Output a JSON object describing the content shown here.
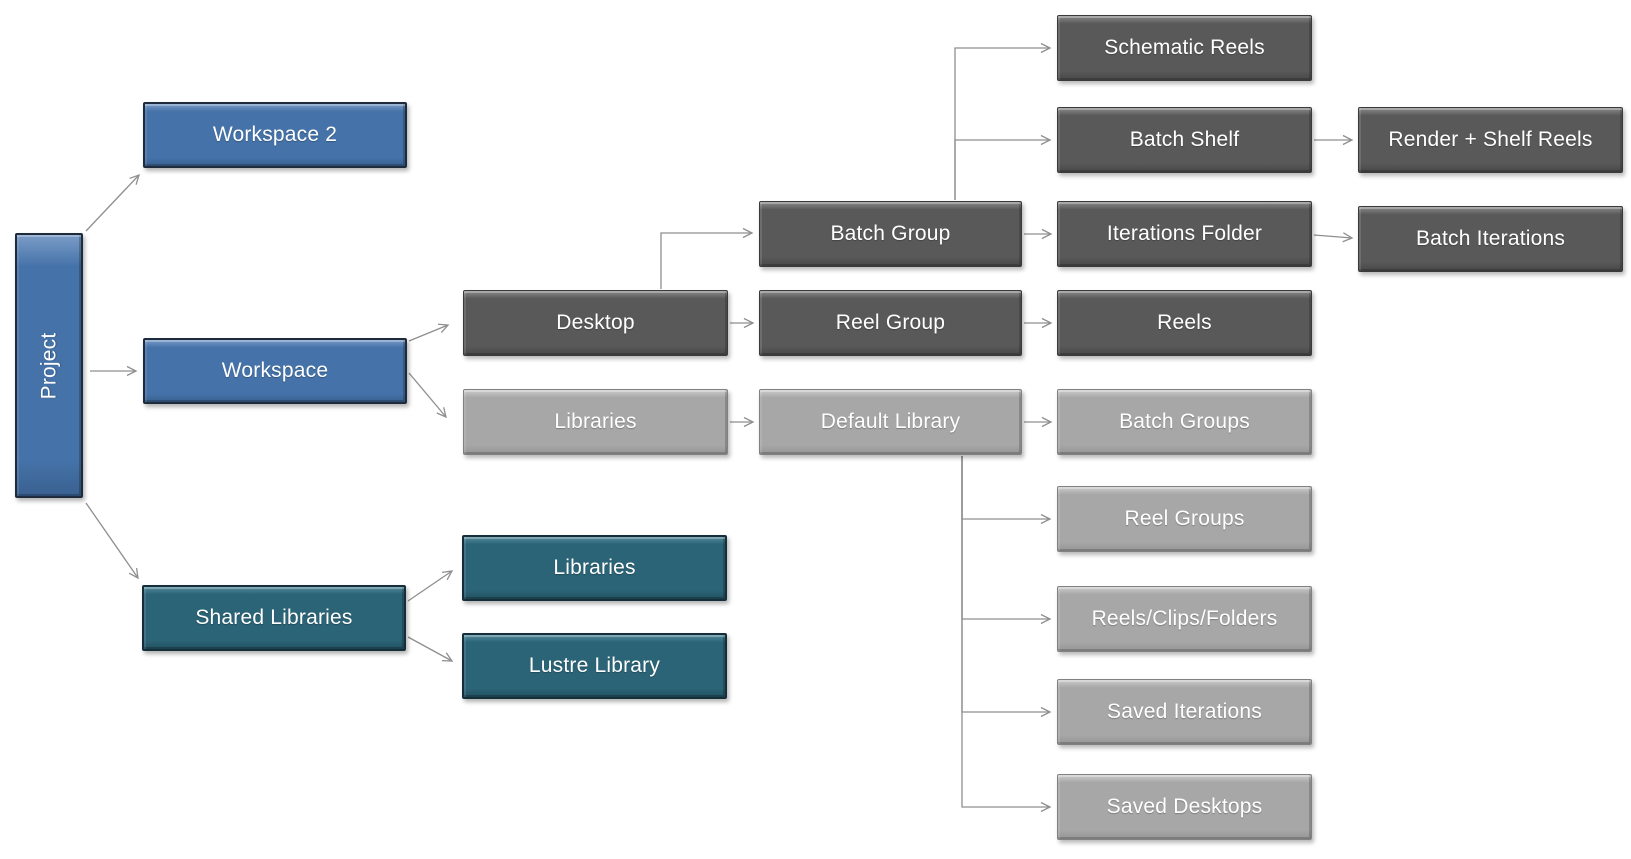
{
  "diagram": {
    "kind": "hierarchy-flowchart",
    "text_color": "#ffffff",
    "connector_color": "#8f8f8f",
    "background_color": "#ffffff",
    "variants": {
      "blue": {
        "fill": "#4573a9",
        "bevel_top": "#7b9cc7",
        "bevel_bottom": "#3a6190",
        "border": "#1e2b3d"
      },
      "dark": {
        "fill": "#595959",
        "bevel_top": "#8a8a8a",
        "bevel_bottom": "#484848",
        "border": "#3a3a3a"
      },
      "light": {
        "fill": "#a7a7a7",
        "bevel_top": "#cccccc",
        "bevel_bottom": "#969696",
        "border": "#818181"
      },
      "teal": {
        "fill": "#2b6477",
        "bevel_top": "#53889a",
        "bevel_bottom": "#225160",
        "border": "#142f3a"
      }
    },
    "nodes": [
      {
        "id": "project",
        "label": "Project",
        "variant": "blue"
      },
      {
        "id": "workspace2",
        "label": "Workspace 2",
        "variant": "blue"
      },
      {
        "id": "workspace",
        "label": "Workspace",
        "variant": "blue"
      },
      {
        "id": "shared_libraries",
        "label": "Shared Libraries",
        "variant": "teal"
      },
      {
        "id": "desktop",
        "label": "Desktop",
        "variant": "dark"
      },
      {
        "id": "libraries_ws",
        "label": "Libraries",
        "variant": "light"
      },
      {
        "id": "libraries_shared",
        "label": "Libraries",
        "variant": "teal"
      },
      {
        "id": "lustre_library",
        "label": "Lustre Library",
        "variant": "teal"
      },
      {
        "id": "batch_group",
        "label": "Batch Group",
        "variant": "dark"
      },
      {
        "id": "reel_group",
        "label": "Reel Group",
        "variant": "dark"
      },
      {
        "id": "default_library",
        "label": "Default Library",
        "variant": "light"
      },
      {
        "id": "schematic_reels",
        "label": "Schematic Reels",
        "variant": "dark"
      },
      {
        "id": "batch_shelf",
        "label": "Batch Shelf",
        "variant": "dark"
      },
      {
        "id": "iterations_folder",
        "label": "Iterations Folder",
        "variant": "dark"
      },
      {
        "id": "reels",
        "label": "Reels",
        "variant": "dark"
      },
      {
        "id": "batch_groups",
        "label": "Batch Groups",
        "variant": "light"
      },
      {
        "id": "reel_groups",
        "label": "Reel Groups",
        "variant": "light"
      },
      {
        "id": "reels_clips_folders",
        "label": "Reels/Clips/Folders",
        "variant": "light"
      },
      {
        "id": "saved_iterations",
        "label": "Saved Iterations",
        "variant": "light"
      },
      {
        "id": "saved_desktops",
        "label": "Saved Desktops",
        "variant": "light"
      },
      {
        "id": "render_shelf_reels",
        "label": "Render + Shelf Reels",
        "variant": "dark"
      },
      {
        "id": "batch_iterations",
        "label": "Batch Iterations",
        "variant": "dark"
      }
    ],
    "edges": [
      {
        "from": "project",
        "to": "workspace2"
      },
      {
        "from": "project",
        "to": "workspace"
      },
      {
        "from": "project",
        "to": "shared_libraries"
      },
      {
        "from": "workspace",
        "to": "desktop"
      },
      {
        "from": "workspace",
        "to": "libraries_ws"
      },
      {
        "from": "desktop",
        "to": "batch_group"
      },
      {
        "from": "desktop",
        "to": "reel_group"
      },
      {
        "from": "libraries_ws",
        "to": "default_library"
      },
      {
        "from": "batch_group",
        "to": "schematic_reels"
      },
      {
        "from": "batch_group",
        "to": "batch_shelf"
      },
      {
        "from": "batch_group",
        "to": "iterations_folder"
      },
      {
        "from": "reel_group",
        "to": "reels"
      },
      {
        "from": "default_library",
        "to": "batch_groups"
      },
      {
        "from": "batch_shelf",
        "to": "render_shelf_reels"
      },
      {
        "from": "iterations_folder",
        "to": "batch_iterations"
      },
      {
        "from": "default_library",
        "to": "reel_groups"
      },
      {
        "from": "default_library,",
        "to": ""
      },
      {
        "from": "default_library",
        "to": "reels_clips_folders"
      },
      {
        "from": "default_library",
        "to": "saved_iterations"
      },
      {
        "from": "default_library",
        "to": "saved_desktops"
      },
      {
        "from": "shared_libraries",
        "to": "libraries_shared"
      },
      {
        "from": "shared_libraries",
        "to": "lustre_library"
      }
    ]
  }
}
